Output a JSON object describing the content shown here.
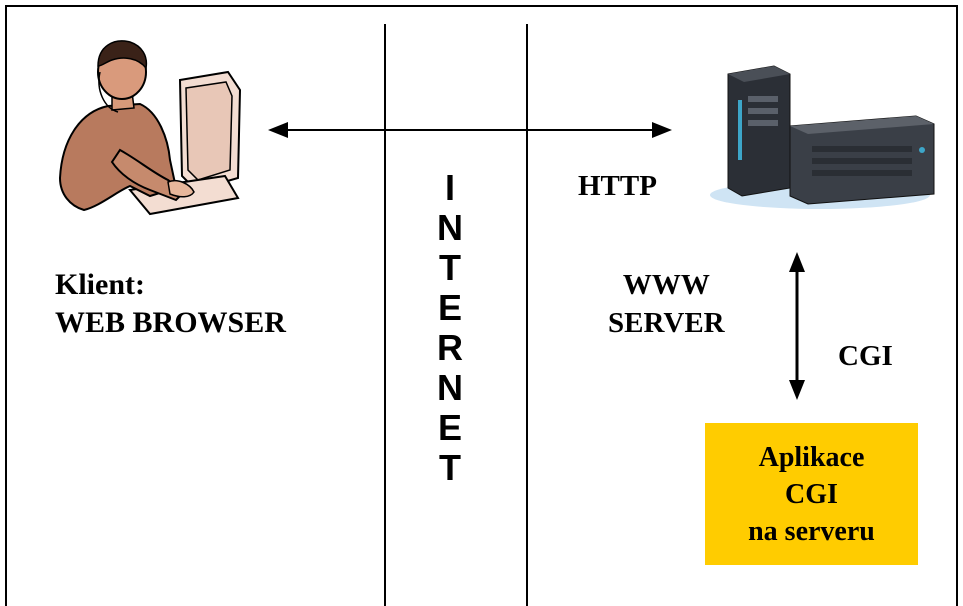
{
  "client": {
    "line1": "Klient:",
    "line2": "WEB BROWSER"
  },
  "protocol": "HTTP",
  "server": {
    "line1": "WWW",
    "line2": "SERVER"
  },
  "interface": "CGI",
  "internet_letters": [
    "I",
    "N",
    "T",
    "E",
    "R",
    "N",
    "E",
    "T"
  ],
  "application": {
    "line1": "Aplikace",
    "line2": "CGI",
    "line3": "na serveru"
  },
  "icons": {
    "client": "person-at-computer-icon",
    "server": "server-machines-icon"
  },
  "colors": {
    "application_box": "#FFCC00",
    "lines": "#000000"
  }
}
